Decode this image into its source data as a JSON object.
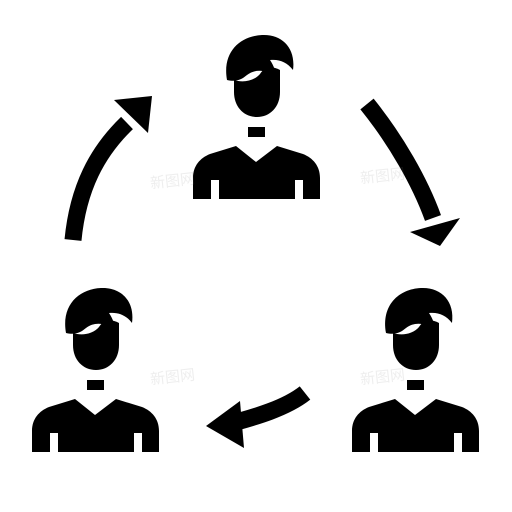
{
  "icon": {
    "colors": {
      "fill": "#000000",
      "background": "#ffffff"
    },
    "people": [
      "person-icon-top",
      "person-icon-right",
      "person-icon-left"
    ],
    "arrows": [
      "arrow-top-right",
      "arrow-bottom",
      "arrow-top-left"
    ]
  },
  "watermark": {
    "text": "新图网"
  }
}
